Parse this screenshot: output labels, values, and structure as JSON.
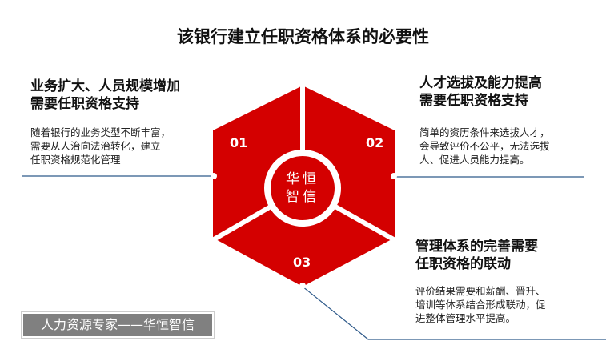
{
  "title": "该银行建立任职资格体系的必要性",
  "center": {
    "line1": "华恒",
    "line2": "智信"
  },
  "items": [
    {
      "num": "01",
      "heading1": "业务扩大、人员规模增加",
      "heading2": "需要任职资格支持",
      "desc": [
        "随着银行的业务类型不断丰富，",
        "需要从人治向法治转化，建立",
        "任职资格规范化管理"
      ]
    },
    {
      "num": "02",
      "heading1": "人才选拔及能力提高",
      "heading2": "需要任职资格支持",
      "desc": [
        "简单的资历条件来选拔人才，",
        "会导致评价不公平，无法选拔",
        "人、促进人员能力提高。"
      ]
    },
    {
      "num": "03",
      "heading1": "管理体系的完善需要",
      "heading2": "任职资格的联动",
      "desc": [
        "评价结果需要和薪酬、晋升、",
        "培训等体系结合形成联动，促",
        "进整体管理水平提高。"
      ]
    }
  ],
  "footer": "人力资源专家——华恒智信",
  "colors": {
    "accent": "#d40000",
    "line": "#2f5a8a"
  }
}
